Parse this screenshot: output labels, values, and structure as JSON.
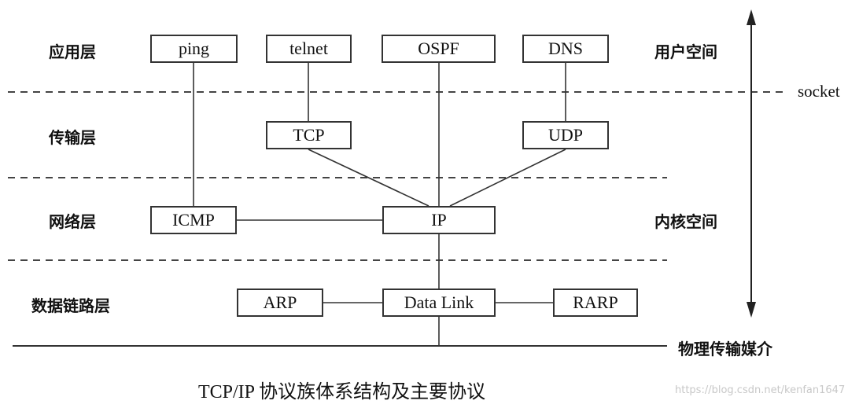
{
  "layers": {
    "application": "应用层",
    "transport": "传输层",
    "network": "网络层",
    "datalink": "数据链路层"
  },
  "spaces": {
    "user": "用户空间",
    "kernel": "内核空间",
    "physical_medium": "物理传输媒介"
  },
  "boundary": {
    "socket": "socket"
  },
  "protocols": {
    "ping": "ping",
    "telnet": "telnet",
    "ospf": "OSPF",
    "dns": "DNS",
    "tcp": "TCP",
    "udp": "UDP",
    "icmp": "ICMP",
    "ip": "IP",
    "arp": "ARP",
    "datalink": "Data Link",
    "rarp": "RARP"
  },
  "caption": "TCP/IP 协议族体系结构及主要协议",
  "watermark": "https://blog.csdn.net/kenfan1647",
  "colors": {
    "line": "#333333",
    "text": "#111111",
    "watermark": "#c8c8c8"
  }
}
